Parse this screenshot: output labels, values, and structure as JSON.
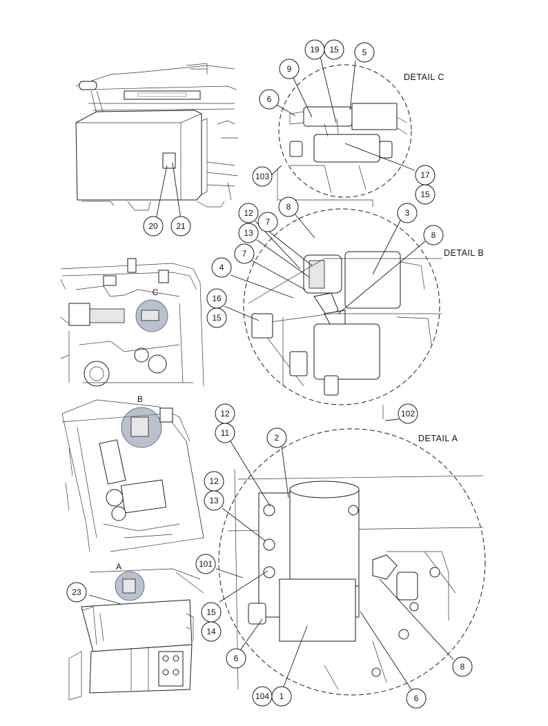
{
  "details": {
    "c": "DETAIL C",
    "b": "DETAIL B",
    "a": "DETAIL A"
  },
  "view_markers": {
    "c": "C",
    "b": "B",
    "a": "A"
  },
  "callouts": {
    "c_19": "19",
    "c_15": "15",
    "c_5": "5",
    "c_9": "9",
    "c_6": "6",
    "c_17": "17",
    "c_15b": "15",
    "c_103": "103",
    "tl_20": "20",
    "tl_21": "21",
    "b_12": "12",
    "b_8": "8",
    "b_3": "3",
    "b_13": "13",
    "b_7": "7",
    "b_8b": "8",
    "b_7b": "7",
    "b_4": "4",
    "b_16": "16",
    "b_15": "15",
    "a_102": "102",
    "a_12": "12",
    "a_11": "11",
    "a_2": "2",
    "a_12b": "12",
    "a_13": "13",
    "a_101": "101",
    "a_15": "15",
    "a_14": "14",
    "a_23": "23",
    "a_6": "6",
    "a_8": "8",
    "a_104": "104",
    "a_1": "1",
    "a_6b": "6"
  }
}
